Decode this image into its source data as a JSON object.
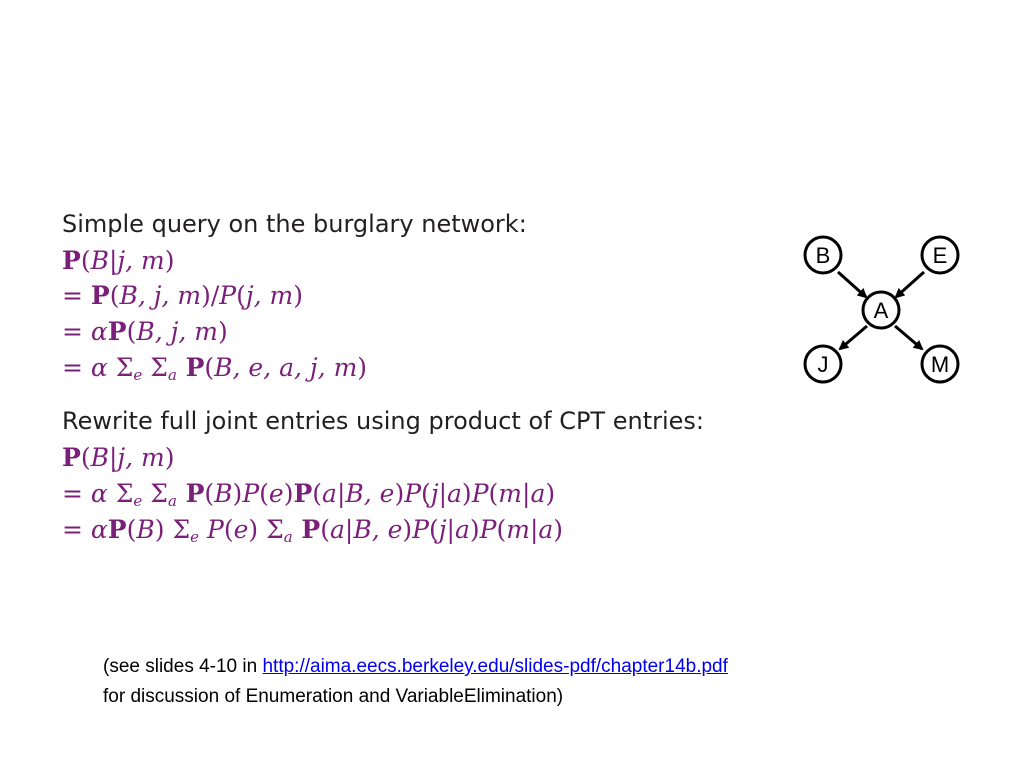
{
  "section1": {
    "heading": "Simple query on the burglary network:",
    "lines": [
      {
        "parts": [
          "P",
          "(",
          "B",
          "|",
          "j, m",
          ")"
        ]
      },
      {
        "parts": [
          "= ",
          "P",
          "(",
          "B, j, m",
          ")/",
          "P",
          "(",
          "j, m",
          ")"
        ]
      },
      {
        "parts": [
          "= ",
          "α",
          "P",
          "(",
          "B, j, m",
          ")"
        ]
      },
      {
        "parts": [
          "= ",
          "α",
          " Σ",
          "e",
          " Σ",
          "a",
          " P",
          "(",
          "B, e, a, j, m",
          ")"
        ]
      }
    ]
  },
  "section2": {
    "heading": "Rewrite full joint entries using product of CPT entries:",
    "lines": [
      {
        "parts": [
          "P",
          "(",
          "B",
          "|",
          "j, m",
          ")"
        ]
      },
      {
        "parts": [
          "= ",
          "α",
          " Σ",
          "e",
          " Σ",
          "a",
          " P",
          "(",
          "B",
          ")",
          "P",
          "(",
          "e",
          ")",
          "P",
          "(",
          "a",
          "|",
          "B, e",
          ")",
          "P",
          "(",
          "j",
          "|",
          "a",
          ")",
          "P",
          "(",
          "m",
          "|",
          "a",
          ")"
        ]
      },
      {
        "parts": [
          "= ",
          "α",
          "P",
          "(",
          "B",
          ") ",
          "Σ",
          "e",
          " P",
          "(",
          "e",
          ") ",
          "Σ",
          "a",
          " P",
          "(",
          "a",
          "|",
          "B, e",
          ")",
          "P",
          "(",
          "j",
          "|",
          "a",
          ")",
          "P",
          "(",
          "m",
          "|",
          "a",
          ")"
        ]
      }
    ]
  },
  "network": {
    "nodes": {
      "B": "B",
      "E": "E",
      "A": "A",
      "J": "J",
      "M": "M"
    }
  },
  "note": {
    "line1_prefix": "(see slides 4-10 in ",
    "link": "http://aima.eecs.berkeley.edu/slides-pdf/chapter14b.pdf",
    "line2": "for discussion of Enumeration and VariableElimination)"
  },
  "colors": {
    "text": "#231f20",
    "math": "#7a1f7a",
    "link": "#0000ee"
  }
}
